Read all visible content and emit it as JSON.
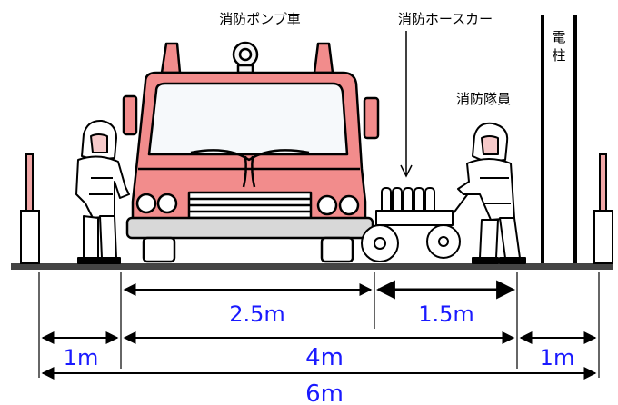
{
  "labels": {
    "pump_truck": "消防ポンプ車",
    "hose_cart": "消防ホースカー",
    "firefighter": "消防隊員",
    "pole_line1": "電",
    "pole_line2": "柱"
  },
  "dimensions": {
    "truck_width": "2.5m",
    "cart_width": "1.5m",
    "left_margin": "1m",
    "center_span": "4m",
    "right_margin": "1m",
    "total": "6m"
  },
  "colors": {
    "truck_body": "#f28c8c",
    "truck_window": "#f6f9fb",
    "dimension_text": "#1a1aff",
    "outline": "#000000",
    "ground": "#444444",
    "bollard": "#f0a6a6"
  }
}
